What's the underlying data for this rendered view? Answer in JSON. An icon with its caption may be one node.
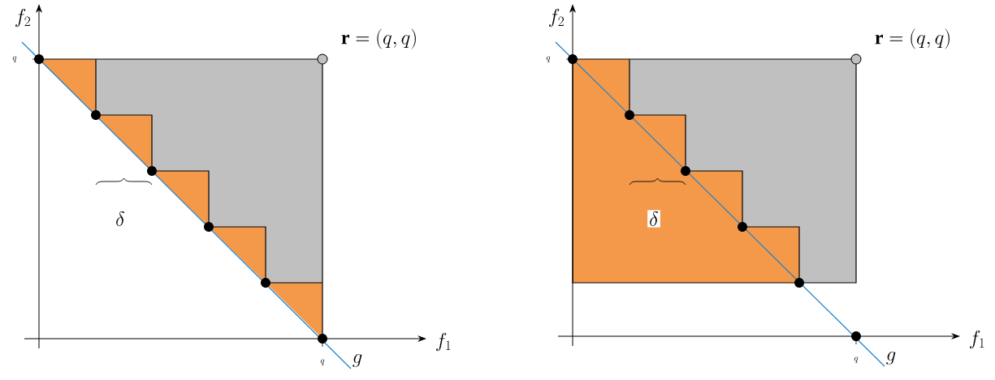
{
  "diagram": {
    "labels": [
      "f_2",
      "\\mathbf{r} = (q, q)",
      "q",
      "\\delta",
      "f_1",
      "q",
      "g",
      "f_2",
      "\\mathbf{r} = (q, q)",
      "q",
      "\\delta",
      "f_1",
      "q",
      "g"
    ]
  }
}
